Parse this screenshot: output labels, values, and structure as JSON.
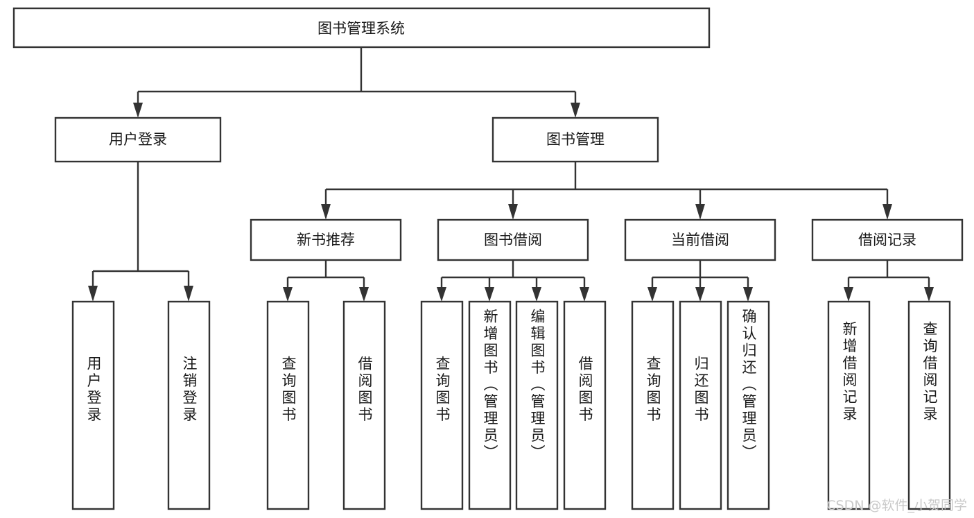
{
  "diagram": {
    "title": "图书管理系统",
    "type": "tree-hierarchy-diagram",
    "colors": {
      "box_stroke": "#333333",
      "box_fill": "#ffffff",
      "text": "#1a1a1a",
      "watermark": "#c9c9c9",
      "background": "#ffffff"
    },
    "root": {
      "label": "图书管理系统"
    },
    "level2": [
      {
        "label": "用户登录"
      },
      {
        "label": "图书管理"
      }
    ],
    "level3": [
      {
        "label": "新书推荐"
      },
      {
        "label": "图书借阅"
      },
      {
        "label": "当前借阅"
      },
      {
        "label": "借阅记录"
      }
    ],
    "leaves": {
      "user_login": [
        {
          "label": "用户登录"
        },
        {
          "label": "注销登录"
        }
      ],
      "new_book_recommend": [
        {
          "label": "查询图书"
        },
        {
          "label": "借阅图书"
        }
      ],
      "book_borrow": [
        {
          "label": "查询图书"
        },
        {
          "label": "新增图书（管理员）"
        },
        {
          "label": "编辑图书（管理员）"
        },
        {
          "label": "借阅图书"
        }
      ],
      "current_borrow": [
        {
          "label": "查询图书"
        },
        {
          "label": "归还图书"
        },
        {
          "label": "确认归还（管理员）"
        }
      ],
      "borrow_record": [
        {
          "label": "新增借阅记录"
        },
        {
          "label": "查询借阅记录"
        }
      ]
    }
  },
  "watermark": {
    "text": "CSDN @软件_小贺同学"
  }
}
